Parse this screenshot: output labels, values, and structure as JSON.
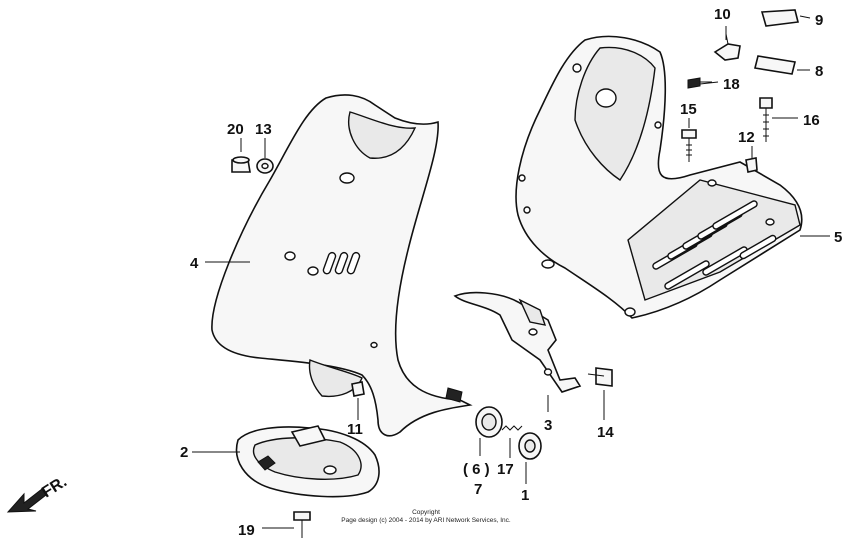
{
  "callouts": [
    {
      "id": "10",
      "text": "10"
    },
    {
      "id": "9",
      "text": "9"
    },
    {
      "id": "8",
      "text": "8"
    },
    {
      "id": "18",
      "text": "18"
    },
    {
      "id": "15",
      "text": "15"
    },
    {
      "id": "16",
      "text": "16"
    },
    {
      "id": "12",
      "text": "12"
    },
    {
      "id": "20",
      "text": "20"
    },
    {
      "id": "13",
      "text": "13"
    },
    {
      "id": "4",
      "text": "4"
    },
    {
      "id": "5",
      "text": "5"
    },
    {
      "id": "3",
      "text": "3"
    },
    {
      "id": "14",
      "text": "14"
    },
    {
      "id": "11",
      "text": "11"
    },
    {
      "id": "2",
      "text": "2"
    },
    {
      "id": "6",
      "text": "( 6 )"
    },
    {
      "id": "17",
      "text": "17"
    },
    {
      "id": "7",
      "text": "7"
    },
    {
      "id": "1",
      "text": "1"
    },
    {
      "id": "19",
      "text": "19"
    }
  ],
  "direction_label": "FR.",
  "copyright": {
    "line1": "Copyright",
    "line2": "Page design (c) 2004 - 2014 by ARI Network Services, Inc."
  }
}
